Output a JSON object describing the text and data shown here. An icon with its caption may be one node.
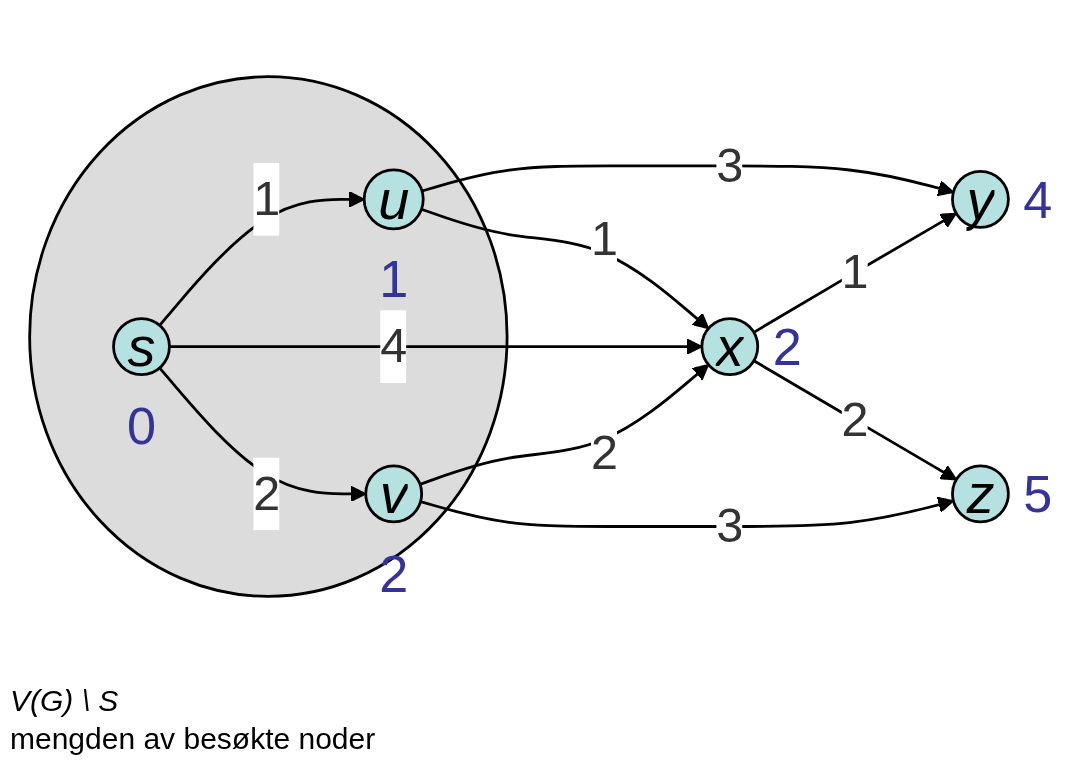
{
  "diagram": {
    "nodes": [
      {
        "text": [],
        "shape": "circle"
      },
      {
        "text": [
          "s"
        ],
        "in": 0,
        "beside": [
          "0"
        ]
      },
      {
        "text": [
          "u"
        ],
        "in": 0,
        "beside": [
          "1"
        ]
      },
      {
        "text": [
          "v"
        ],
        "in": 0,
        "beside": [
          "2"
        ]
      },
      {
        "text": [
          "y"
        ],
        "beside": [
          "4"
        ]
      },
      {
        "text": [
          "x"
        ],
        "beside": [
          "2"
        ]
      },
      {
        "text": [
          "z"
        ],
        "beside": [
          "5"
        ]
      }
    ],
    "edges": [
      {
        "from": 1,
        "to": 2,
        "arrow": "to",
        "label": "1"
      },
      {
        "from": 1,
        "to": 5,
        "arrow": "to",
        "label": "4"
      },
      {
        "from": 1,
        "to": 3,
        "arrow": "to",
        "label": "2"
      },
      {
        "from": 2,
        "to": 4,
        "arrow": "to",
        "label": "3"
      },
      {
        "from": 2,
        "to": 5,
        "arrow": "to",
        "label": "1"
      },
      {
        "from": 3,
        "to": 5,
        "arrow": "to",
        "label": "2"
      },
      {
        "from": 3,
        "to": 6,
        "arrow": "to",
        "label": "3"
      },
      {
        "from": 5,
        "to": 4,
        "arrow": "to",
        "label": "1"
      },
      {
        "from": 5,
        "to": 6,
        "arrow": "to",
        "label": "2"
      }
    ],
    "labels": [
      "V(G) \\ S",
      "mengden av besøkte noder"
    ]
  }
}
